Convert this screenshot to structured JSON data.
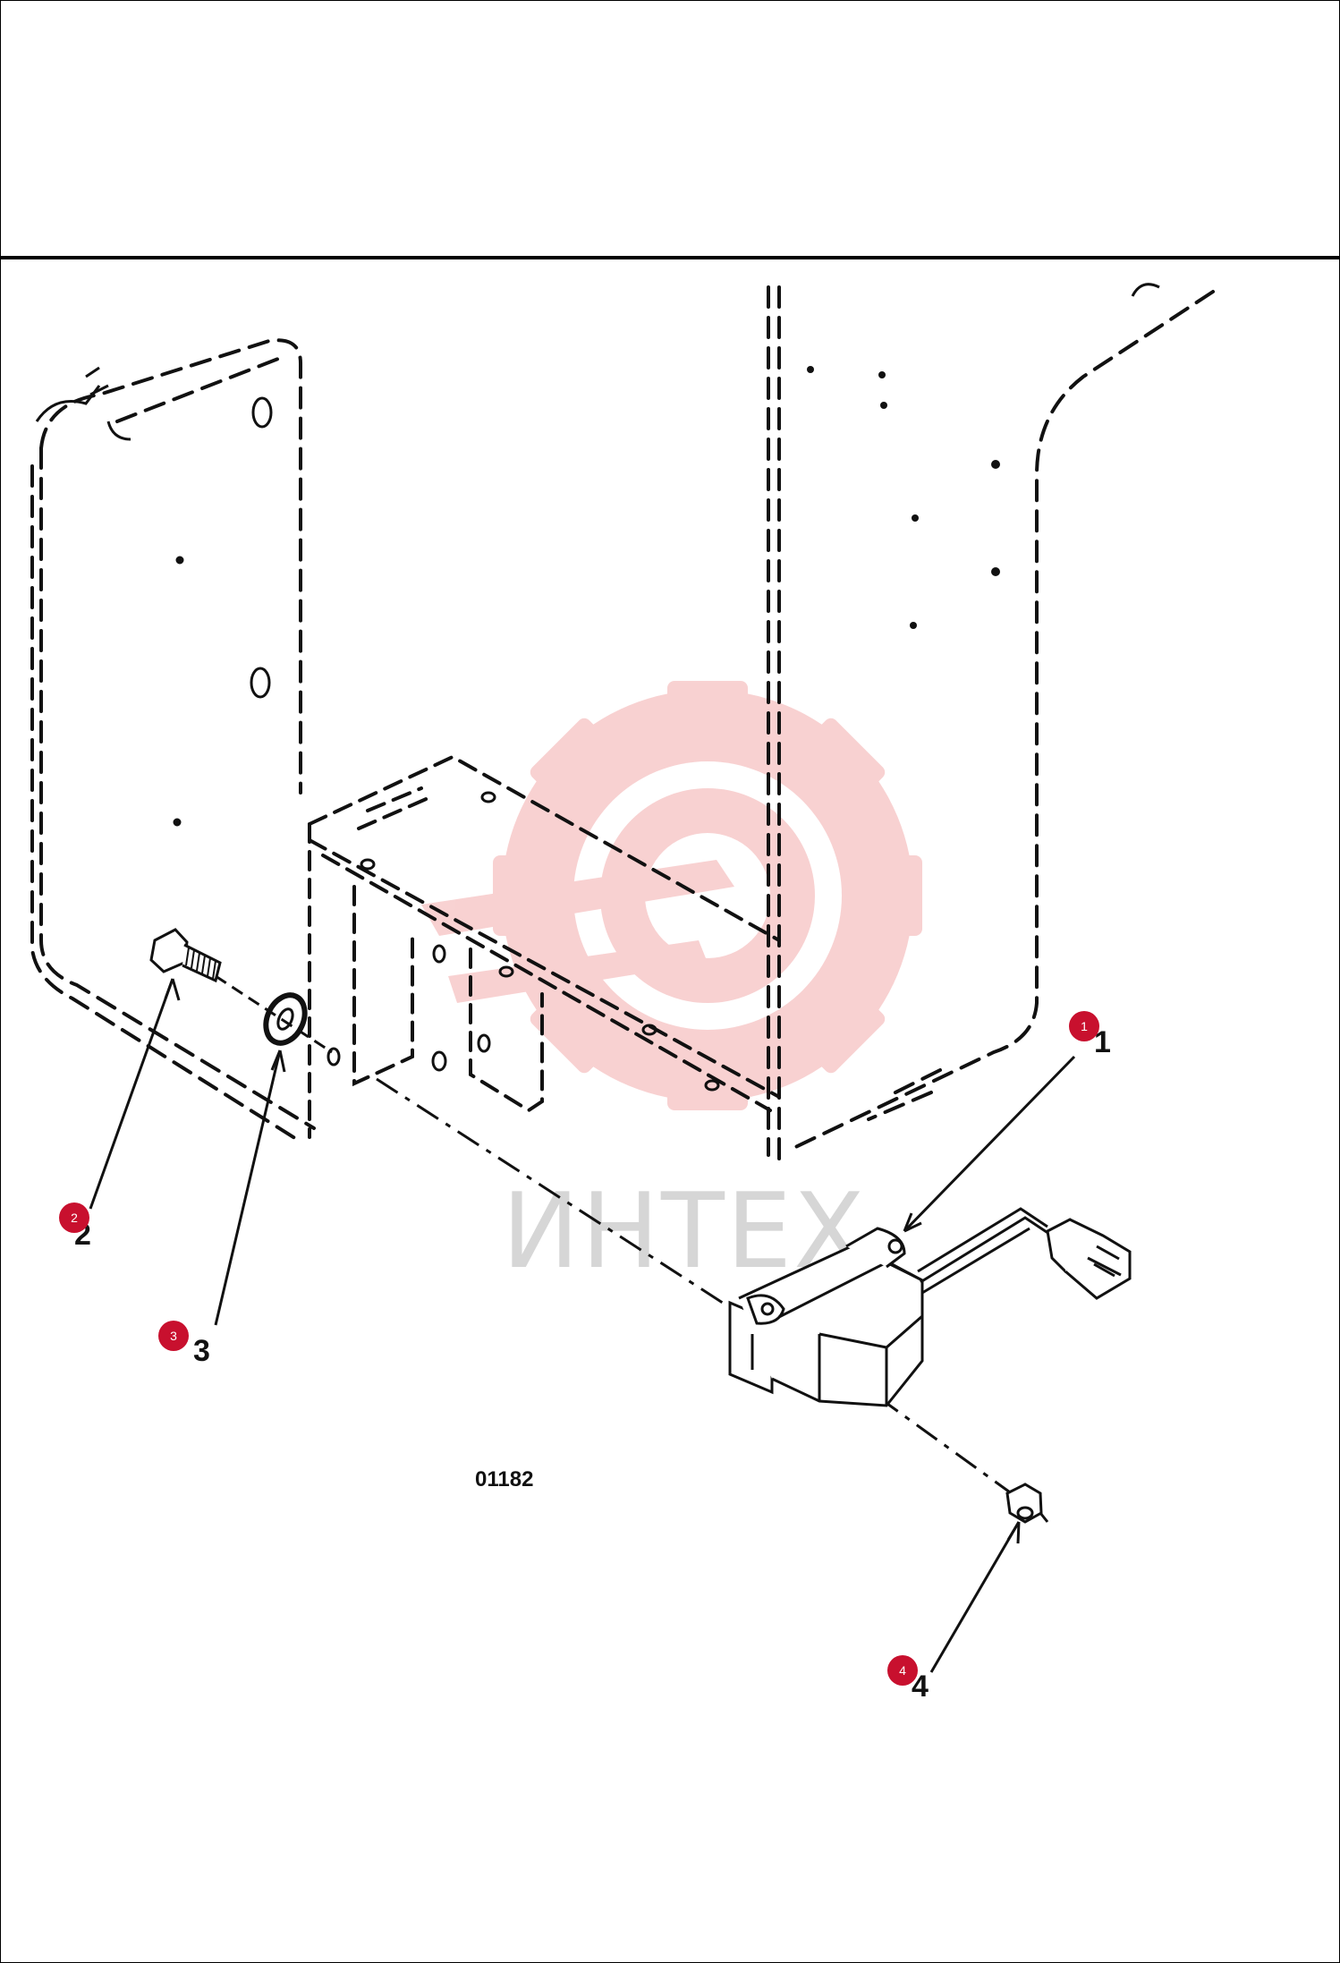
{
  "figure_number": "01182",
  "watermark": {
    "text": "ИНТЕХ",
    "color": "#f7c9c9"
  },
  "callouts": [
    {
      "badge": "1",
      "label": "1"
    },
    {
      "badge": "2",
      "label": "2"
    },
    {
      "badge": "3",
      "label": "3"
    },
    {
      "badge": "4",
      "label": "4"
    }
  ],
  "colors": {
    "badge": "#c8102e",
    "line": "#111111"
  }
}
